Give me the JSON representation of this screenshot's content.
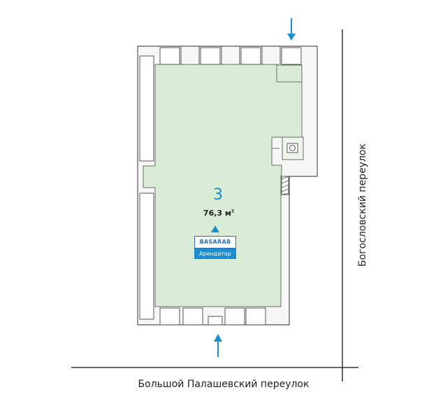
{
  "unit": {
    "number": "3",
    "area_value": "76,3 м",
    "area_sup": "2"
  },
  "tenant": {
    "logo_text": "BASARAB",
    "label": "Арендатор"
  },
  "streets": {
    "bottom": "Большой Палашевский переулок",
    "right": "Богословский переулок"
  },
  "colors": {
    "room_fill": "#d9ecd6",
    "wall_fill": "#ffffff",
    "wall_stroke": "#555555",
    "accent": "#1a8ecf",
    "street_line": "#333333"
  },
  "icons": [
    "entrance-arrow-icon",
    "sink-icon",
    "up-triangle-icon"
  ]
}
